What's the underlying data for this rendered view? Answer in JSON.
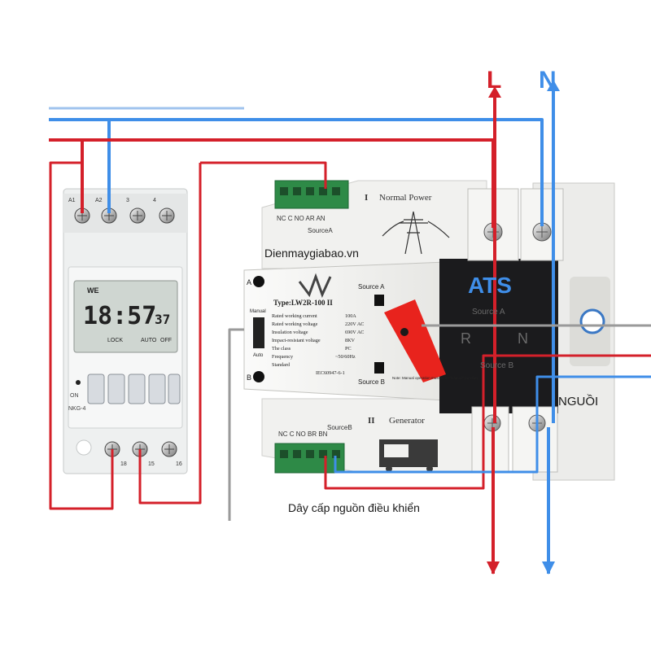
{
  "colors": {
    "live_wire": "#d4202a",
    "neutral_wire": "#3f8ee8",
    "ats_body": "#f3f3f1",
    "ats_black_panel": "#1b1b1d",
    "switch_handle": "#e8231d",
    "terminal_green": "#2e8a47",
    "lcd_background": "#cfd6d1"
  },
  "labels": {
    "phase_L": "L",
    "phase_N": "N",
    "nguon_label": "NGUỒI",
    "control_cable_caption": "Dây cấp nguồn điều khiển",
    "watermark": "Dienmaygiabao.vn"
  },
  "timer": {
    "terminals_top": [
      "A1",
      "A2",
      "3",
      "4"
    ],
    "lcd_day": "WE",
    "lcd_time": "18:57",
    "lcd_seconds": "37",
    "lcd_lock": "LOCK",
    "lcd_auto": "AUTO",
    "lcd_off": "OFF",
    "on_label": "ON",
    "model": "NKG-4",
    "terminals_bottom": [
      "18",
      "15",
      "16"
    ]
  },
  "ats": {
    "brand": "LW",
    "type": "Type:LW2R-100 II",
    "specs": [
      {
        "label": "Rated working current",
        "value": "100A"
      },
      {
        "label": "Rated working voltage",
        "value": "220V AC"
      },
      {
        "label": "Insulation voltage",
        "value": "690V AC"
      },
      {
        "label": "Impact-resistant voltage",
        "value": "8KV"
      },
      {
        "label": "The class",
        "value": "PC"
      },
      {
        "label": "Frequency",
        "value": "~50/60Hz"
      },
      {
        "label": "Standard",
        "value": "IEC60947-6-1"
      }
    ],
    "label_A": "A",
    "label_B": "B",
    "manual": "Manual",
    "auto": "Auto",
    "source_a": "Source A",
    "source_b": "Source B",
    "note": "Note: Manual operation must be in \"manual\" position",
    "top_terminals": "NC C NO AR AN",
    "top_source": "SourceA",
    "normal_power_num": "I",
    "normal_power": "Normal Power",
    "bottom_terminals": "NC C NO BR BN",
    "bottom_source": "SourceB",
    "generator_num": "II",
    "generator": "Generator",
    "panel_title": "ATS",
    "panel_source_a": "Source A",
    "panel_r": "R",
    "panel_n": "N",
    "panel_source_b": "Source B"
  }
}
